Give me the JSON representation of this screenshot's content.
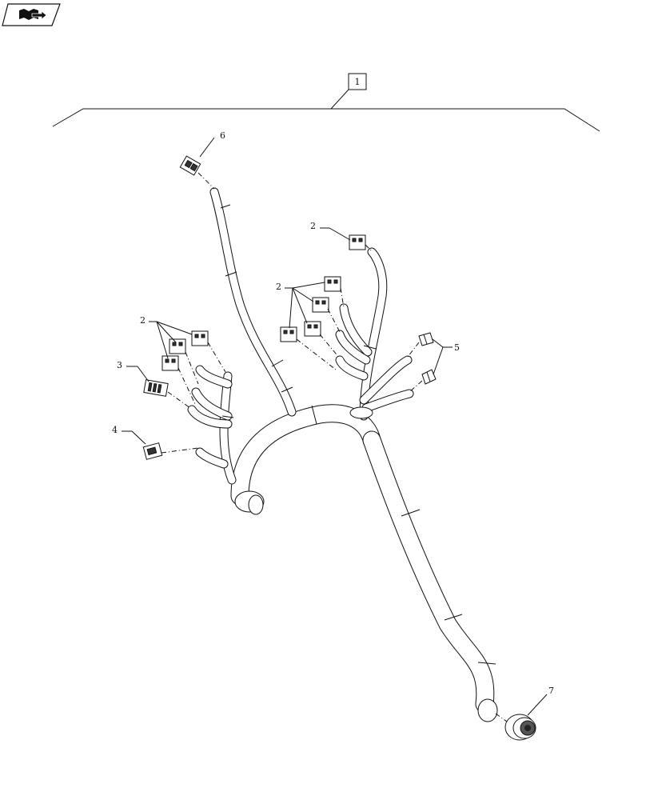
{
  "icons": {
    "book_icon": "open-book-arrow-icon"
  },
  "callouts": {
    "assembly": "1",
    "connector_2a": "2",
    "connector_2b": "2",
    "connector_2c": "2",
    "connector_3": "3",
    "connector_4": "4",
    "connector_5": "5",
    "connector_6": "6",
    "connector_7": "7"
  }
}
